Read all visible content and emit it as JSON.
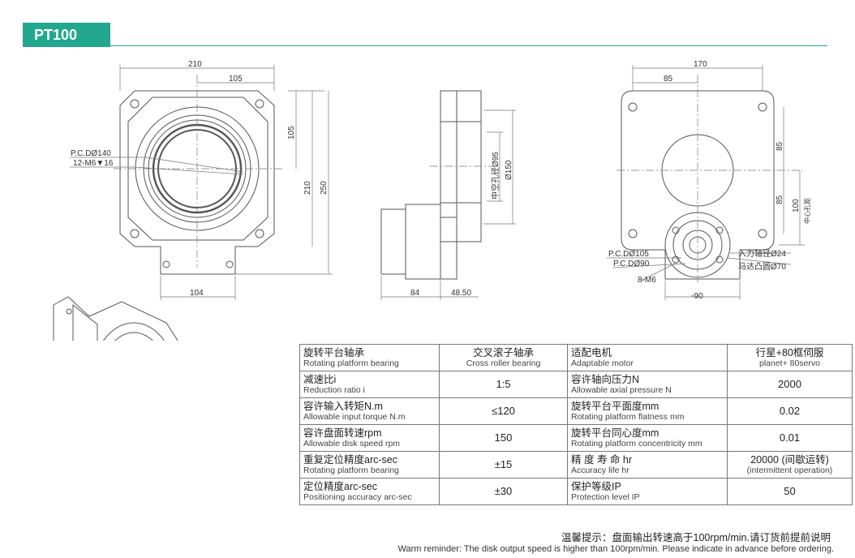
{
  "model": "PT100",
  "front_view": {
    "dims": {
      "w_total": "210",
      "w_half": "105",
      "h_half": "105",
      "h_210": "210",
      "h_250": "250",
      "w_bottom": "104"
    },
    "callouts": {
      "pcd": "P.C.DØ140",
      "holes": "12-M6▼16"
    }
  },
  "side_view": {
    "dims": {
      "bore": "中空孔径Ø95",
      "dia": "Ø150",
      "len_motor": "84",
      "len_body": "48.50"
    }
  },
  "back_view": {
    "dims": {
      "w_total": "170",
      "w_half": "85",
      "h_up": "85",
      "h_down": "85",
      "h_center": "100",
      "h_center_label": "中心孔距",
      "square": "▫90"
    },
    "callouts": {
      "pcd105": "P.C.DØ105",
      "pcd90": "P.C.DØ90",
      "holes": "8-M6",
      "shaft": "入力轴径Ø24",
      "spigot": "马达凸圆Ø70"
    }
  },
  "spec_table": {
    "rows": [
      {
        "l_zh": "旋转平台轴承",
        "l_en": "Rotating platform bearing",
        "l_val_zh": "交叉滚子轴承",
        "l_val_en": "Cross roller bearing",
        "r_zh": "适配电机",
        "r_en": "Adaptable motor",
        "r_val_zh": "行星+80框伺服",
        "r_val_en": "planet+ 80servo"
      },
      {
        "l_zh": "减速比i",
        "l_en": "Reduction ratio i",
        "l_val": "1:5",
        "r_zh": "容许轴向压力N",
        "r_en": "Allowable axial pressure N",
        "r_val": "2000"
      },
      {
        "l_zh": "容许输入转矩N.m",
        "l_en": "Allowable input torque N.m",
        "l_val": "≤120",
        "r_zh": "旋转平台平面度mm",
        "r_en": "Rotating platform flatness mm",
        "r_val": "0.02"
      },
      {
        "l_zh": "容许盘面转速rpm",
        "l_en": "Allowable disk speed rpm",
        "l_val": "150",
        "r_zh": "旋转平台同心度mm",
        "r_en": "Rotating platform concentricity mm",
        "r_val": "0.01"
      },
      {
        "l_zh": "重复定位精度arc-sec",
        "l_en": "Rotating platform bearing",
        "l_val": "±15",
        "r_zh": "精 度 寿 命 hr",
        "r_en": "Accuracy life hr",
        "r_val_zh": "20000 (间歇运转)",
        "r_val_en": "(intermittent operation)"
      },
      {
        "l_zh": "定位精度arc-sec",
        "l_en": "Positioning accuracy arc-sec",
        "l_val": "±30",
        "r_zh": "保护等级IP",
        "r_en": "Protection level IP",
        "r_val": "50"
      }
    ]
  },
  "note": {
    "zh": "温馨提示：盘面输出转速高于100rpm/min.请订货前提前说明",
    "en": "Warm reminder: The disk output speed is higher than 100rpm/min. Please indicate in advance before ordering."
  }
}
